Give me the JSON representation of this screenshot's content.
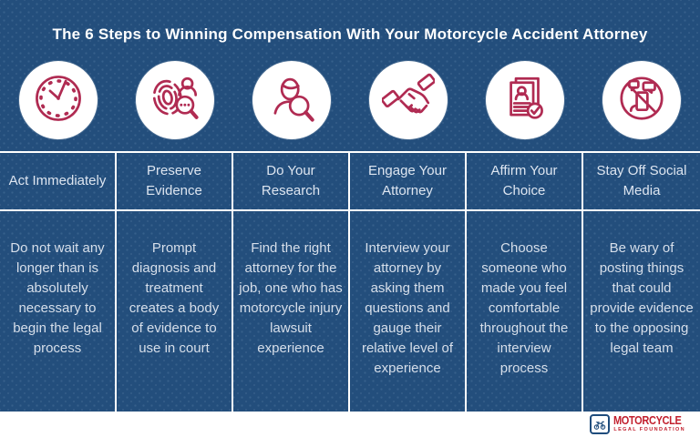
{
  "title": "The 6 Steps to Winning Compensation With Your Motorcycle Accident Attorney",
  "steps": [
    {
      "icon": "clock-icon",
      "title": "Act Immediately",
      "description": "Do not wait any longer than is absolutely necessary to begin the legal process"
    },
    {
      "icon": "fingerprint-evidence-icon",
      "title": "Preserve Evidence",
      "description": "Prompt diagnosis and treatment creates a body of evidence to use in court"
    },
    {
      "icon": "person-magnifier-icon",
      "title": "Do Your Research",
      "description": "Find the right attorney for the job, one who has motorcycle injury lawsuit experience"
    },
    {
      "icon": "handshake-icon",
      "title": "Engage Your Attorney",
      "description": "Interview your attorney by asking them questions and gauge their relative level of experience"
    },
    {
      "icon": "document-check-icon",
      "title": "Affirm Your Choice",
      "description": "Choose someone who made you feel comfortable throughout the interview process"
    },
    {
      "icon": "no-social-media-icon",
      "title": "Stay Off Social Media",
      "description": "Be wary of posting things that could provide evidence to the opposing legal team"
    }
  ],
  "footer": {
    "logo_name": "MOTORCYCLE",
    "logo_subtitle": "LEGAL FOUNDATION",
    "logo_icon": "motorcycle-logo-icon"
  },
  "colors": {
    "background": "#234E7C",
    "accent_crimson": "#B02B52",
    "grid_line": "#FFFFFF",
    "body_text": "#D7DFEA",
    "logo_red": "#C2202E",
    "logo_blue": "#1F4C7C"
  }
}
